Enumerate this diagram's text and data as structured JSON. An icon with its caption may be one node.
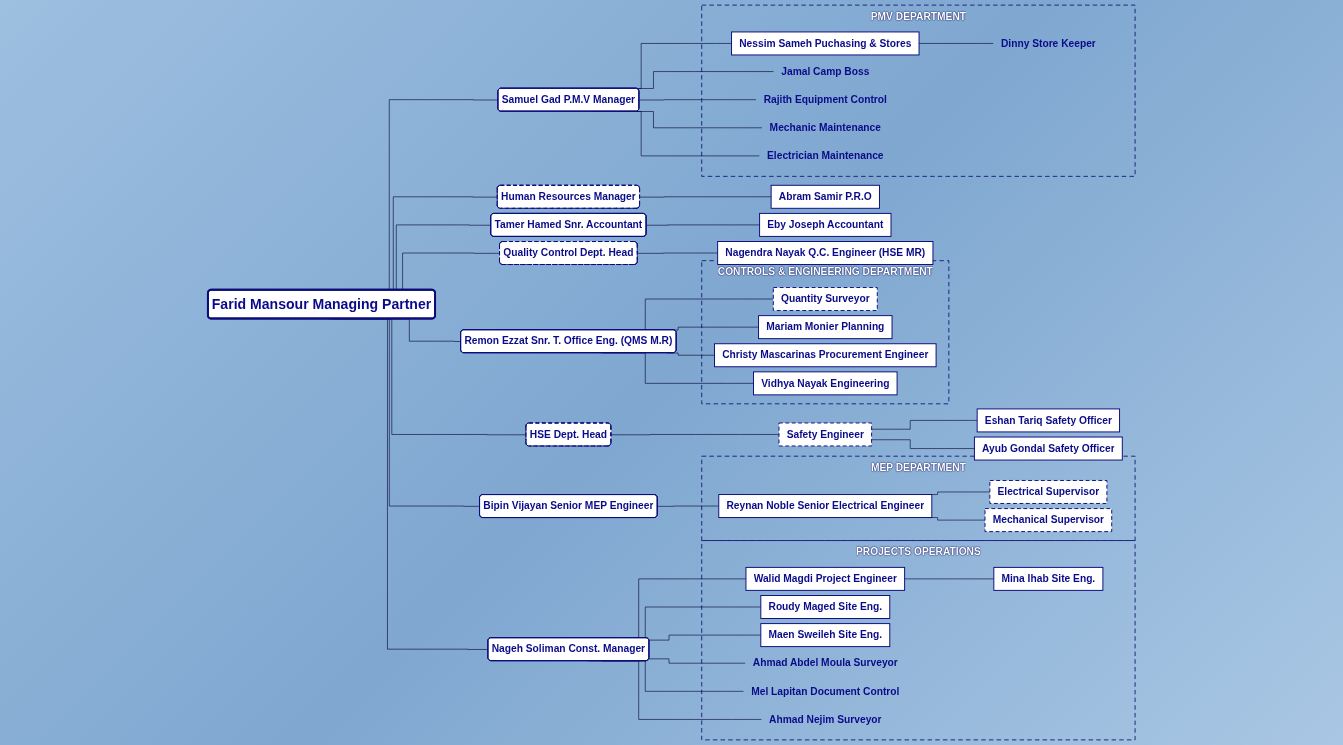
{
  "diagram": {
    "nodes": [
      {
        "text": [
          "Farid Mansour Managing Partner"
        ]
      },
      {
        "text": [
          "Human Resources Manager"
        ]
      },
      {
        "text": [
          "Abram Samir P.R.O"
        ]
      },
      {
        "text": [
          "Tamer Hamed Snr. Accountant"
        ]
      },
      {
        "text": [
          "Eby Joseph Accountant"
        ]
      },
      {
        "text": [
          "Quality Control Dept. Head"
        ]
      },
      {
        "text": [
          "Nagendra Nayak Q.C. Engineer (HSE MR)"
        ]
      },
      {
        "text": [
          "HSE Dept. Head"
        ]
      },
      {
        "text": [
          "Safety Engineer"
        ]
      },
      {
        "text": [
          "Eshan Tariq Safety Officer"
        ]
      },
      {
        "text": [
          "Ayub Gondal Safety Officer"
        ]
      },
      {
        "text": [
          "Remon Ezzat Snr. T. Office Eng. (QMS M.R)"
        ]
      },
      {
        "text": [
          "CONTROLS & ENGINEERING DEPARTMENT"
        ]
      },
      {
        "text": [
          "Quantity Surveyor"
        ],
        "in": 12
      },
      {
        "text": [
          "Mariam Monier Planning"
        ],
        "in": 12
      },
      {
        "text": [
          "Christy Mascarinas Procurement Engineer"
        ],
        "in": 12
      },
      {
        "text": [
          "Vidhya Nayak Engineering"
        ],
        "in": 12
      },
      {
        "text": [
          "Nageh Soliman Const. Manager"
        ]
      },
      {
        "text": [
          "PROJECTS OPERATIONS"
        ]
      },
      {
        "text": [
          "Walid Magdi Project Engineer"
        ],
        "in": 18
      },
      {
        "text": [
          "Roudy Maged Site Eng."
        ],
        "in": 18
      },
      {
        "text": [
          "Mina Ihab Site Eng."
        ],
        "in": 18
      },
      {
        "text": [
          "Maen Sweileh Site Eng."
        ],
        "in": 18
      },
      {
        "text": [
          "Ahmad Abdel Moula Surveyor"
        ],
        "in": 18
      },
      {
        "text": [
          "Mel Lapitan Document Control"
        ],
        "in": 18
      },
      {
        "text": [
          "Ahmad Nejim Surveyor"
        ],
        "in": 18
      },
      {
        "text": [
          "Bipin Vijayan Senior MEP Engineer"
        ]
      },
      {
        "text": [
          "MEP DEPARTMENT"
        ]
      },
      {
        "text": [
          "Reynan Noble Senior Electrical Engineer"
        ],
        "in": 27
      },
      {
        "text": [
          "Electrical Supervisor"
        ],
        "in": 27
      },
      {
        "text": [
          "Mechanical Supervisor"
        ],
        "in": 27
      },
      {
        "text": [
          "Samuel Gad P.M.V Manager"
        ]
      },
      {
        "text": [
          "PMV DEPARTMENT"
        ]
      },
      {
        "text": [
          "Nessim Sameh Puchasing & Stores"
        ],
        "in": 32
      },
      {
        "text": [
          "Dinny Store Keeper"
        ],
        "in": 32
      },
      {
        "text": [
          "Jamal Camp Boss"
        ],
        "in": 32
      },
      {
        "text": [
          "Rajith Equipment Control"
        ],
        "in": 32
      },
      {
        "text": [
          "Mechanic Maintenance"
        ],
        "in": 32
      },
      {
        "text": [
          "Electrician Maintenance"
        ],
        "in": 32
      }
    ],
    "edges": [
      {
        "from": 0,
        "to": 1,
        "arrow": "none"
      },
      {
        "from": 0,
        "to": 3,
        "arrow": "none"
      },
      {
        "from": 0,
        "to": 5,
        "arrow": "none"
      },
      {
        "from": 0,
        "to": 7,
        "arrow": "none"
      },
      {
        "from": 0,
        "to": 11,
        "arrow": "none"
      },
      {
        "from": 0,
        "to": 17,
        "arrow": "none"
      },
      {
        "from": 0,
        "to": 26,
        "arrow": "none"
      },
      {
        "from": 0,
        "to": 31,
        "arrow": "none"
      },
      {
        "from": 1,
        "to": 2,
        "arrow": "none"
      },
      {
        "from": 3,
        "to": 4,
        "arrow": "none"
      },
      {
        "from": 5,
        "to": 6,
        "arrow": "none"
      },
      {
        "from": 7,
        "to": 8,
        "arrow": "none"
      },
      {
        "from": 8,
        "to": 9,
        "arrow": "none"
      },
      {
        "from": 8,
        "to": 10,
        "arrow": "none"
      },
      {
        "from": 11,
        "to": 13,
        "arrow": "none"
      },
      {
        "from": 11,
        "to": 14,
        "arrow": "none"
      },
      {
        "from": 11,
        "to": 15,
        "arrow": "none"
      },
      {
        "from": 11,
        "to": 16,
        "arrow": "none"
      },
      {
        "from": 17,
        "to": 19,
        "arrow": "none"
      },
      {
        "from": 17,
        "to": 20,
        "arrow": "none"
      },
      {
        "from": 17,
        "to": 22,
        "arrow": "none"
      },
      {
        "from": 17,
        "to": 23,
        "arrow": "none"
      },
      {
        "from": 17,
        "to": 24,
        "arrow": "none"
      },
      {
        "from": 17,
        "to": 25,
        "arrow": "none"
      },
      {
        "from": 19,
        "to": 21,
        "arrow": "none"
      },
      {
        "from": 26,
        "to": 28,
        "arrow": "none"
      },
      {
        "from": 28,
        "to": 29,
        "arrow": "none"
      },
      {
        "from": 28,
        "to": 30,
        "arrow": "none"
      },
      {
        "from": 31,
        "to": 33,
        "arrow": "none"
      },
      {
        "from": 33,
        "to": 34,
        "arrow": "none"
      },
      {
        "from": 31,
        "to": 35,
        "arrow": "none"
      },
      {
        "from": 31,
        "to": 36,
        "arrow": "none"
      },
      {
        "from": 31,
        "to": 37,
        "arrow": "none"
      },
      {
        "from": 31,
        "to": 38,
        "arrow": "none"
      }
    ]
  }
}
